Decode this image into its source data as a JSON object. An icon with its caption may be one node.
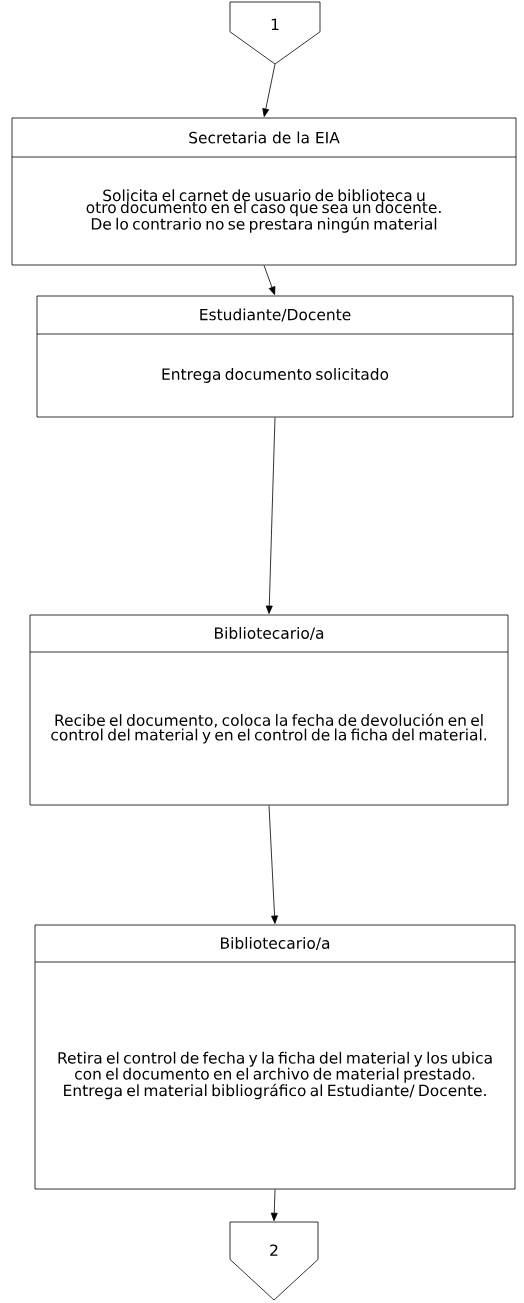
{
  "diagram": {
    "nodes": [
      {
        "text": [
          "1"
        ]
      },
      {
        "text": [
          "Secretaria de la EIA",
          "Solicita el carnet de usuario de biblioteca u otro documento en el caso que sea un docente. De lo contrario no se prestara ningún material"
        ]
      },
      {
        "text": [
          "Estudiante/Docente",
          "Entrega documento solicitado"
        ]
      },
      {
        "text": [
          "Bibliotecario/a",
          "Recibe el documento, coloca la fecha de devolución en el control del material y en el control de la ficha del material."
        ]
      },
      {
        "text": [
          "Bibliotecario/a",
          "Retira el control de fecha y la ficha del material y los ubica con el documento en el archivo de material prestado. Entrega el material bibliográfico al Estudiante/ Docente."
        ]
      },
      {
        "text": [
          "2"
        ]
      }
    ],
    "edges": [
      {
        "from": 0,
        "to": 1,
        "arrow": "to"
      },
      {
        "from": 1,
        "to": 2,
        "arrow": "to"
      },
      {
        "from": 2,
        "to": 3,
        "arrow": "to"
      },
      {
        "from": 3,
        "to": 4,
        "arrow": "to"
      },
      {
        "from": 4,
        "to": 5,
        "arrow": "to"
      }
    ]
  }
}
